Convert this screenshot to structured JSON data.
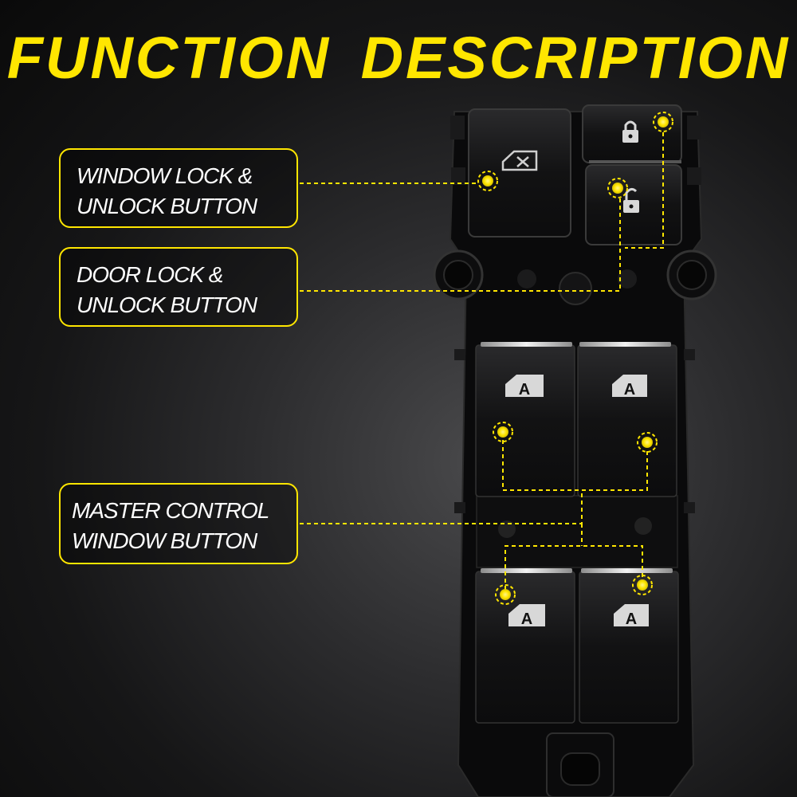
{
  "header": {
    "title": "FUNCTION DESCRIPTION"
  },
  "callouts": [
    {
      "line1": "WINDOW LOCK &",
      "line2": "UNLOCK BUTTON"
    },
    {
      "line1": "DOOR LOCK &",
      "line2": "UNLOCK BUTTON"
    },
    {
      "line1": "MASTER CONTROL",
      "line2": "WINDOW BUTTON"
    }
  ],
  "buttons": {
    "auto_glyph": "A"
  },
  "colors": {
    "accent": "#ffe600",
    "panel": "#0b0b0c",
    "button": "#141415",
    "chrome": "#c9c9c9"
  },
  "icons": [
    "window-lock-icon",
    "lock-icon",
    "unlock-icon",
    "auto-window-icon"
  ]
}
